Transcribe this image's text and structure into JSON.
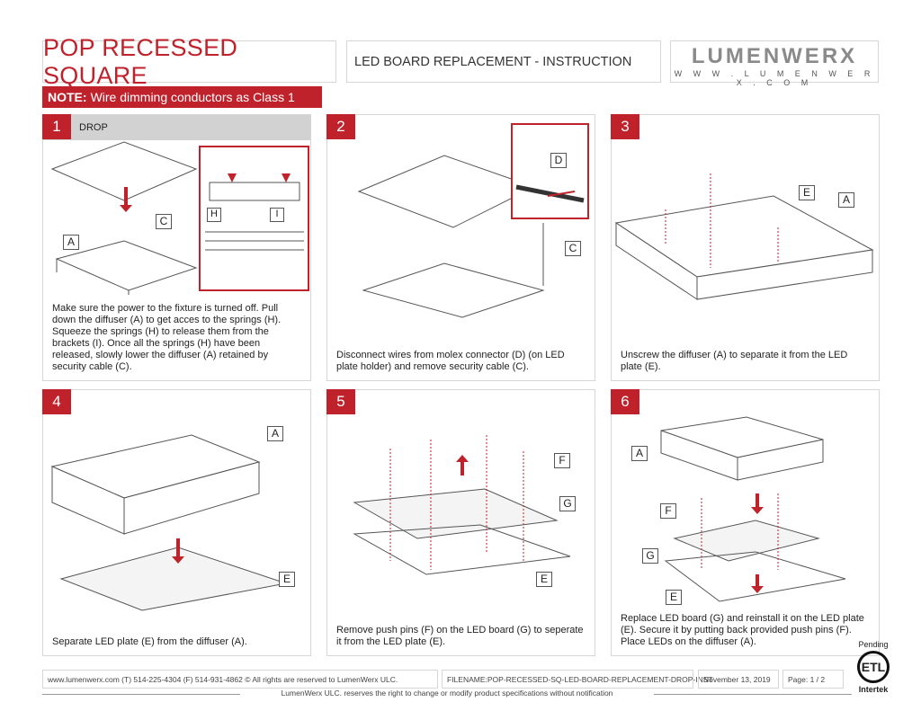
{
  "header": {
    "title": "POP RECESSED SQUARE",
    "subtitle": "LED BOARD REPLACEMENT - INSTRUCTION",
    "logo": "LUMENWERX",
    "logo_url": "W W W . L U M E N W E R X . C O M"
  },
  "note": {
    "label": "NOTE:",
    "text": "Wire dimming conductors as Class 1"
  },
  "steps": [
    {
      "num": "1",
      "title": "DROP",
      "labels": [
        "A",
        "C",
        "H",
        "I"
      ],
      "text": "Make sure the power to the fixture is turned off. Pull down the diffuser (A) to get acces to the springs (H). Squeeze the springs (H) to release them from the brackets (I). Once all the springs (H) have been released, slowly lower the diffuser (A) retained by security cable (C)."
    },
    {
      "num": "2",
      "labels": [
        "D",
        "C"
      ],
      "text": "Disconnect wires from molex connector (D) (on LED plate holder) and remove security cable (C)."
    },
    {
      "num": "3",
      "labels": [
        "E",
        "A"
      ],
      "text": "Unscrew  the diffuser (A) to separate it from the LED plate (E)."
    },
    {
      "num": "4",
      "labels": [
        "A",
        "E"
      ],
      "text": "Separate LED plate (E) from the diffuser (A)."
    },
    {
      "num": "5",
      "labels": [
        "F",
        "G",
        "E"
      ],
      "text": "Remove push pins (F) on the LED board (G) to seperate it from the LED plate (E)."
    },
    {
      "num": "6",
      "labels": [
        "A",
        "F",
        "G",
        "E"
      ],
      "text": "Replace LED board (G) and reinstall it on the LED plate (E). Secure it by putting back provided push pins (F). Place LEDs on the diffuser (A)."
    }
  ],
  "footer": {
    "contact": "www.lumenwerx.com (T) 514-225-4304 (F) 514-931-4862 © All rights are reserved to LumenWerx ULC.",
    "filename": "FILENAME:POP-RECESSED-SQ-LED-BOARD-REPLACEMENT-DROP-INST",
    "date": "November 13, 2019",
    "page": "Page: 1 / 2",
    "disclaimer": "LumenWerx ULC. reserves the right to change or modify product specifications without notification"
  },
  "cert": {
    "status": "Pending",
    "mark": "ETL",
    "issuer": "Intertek"
  },
  "colors": {
    "accent": "#c0222c",
    "border": "#d6d6d6"
  }
}
